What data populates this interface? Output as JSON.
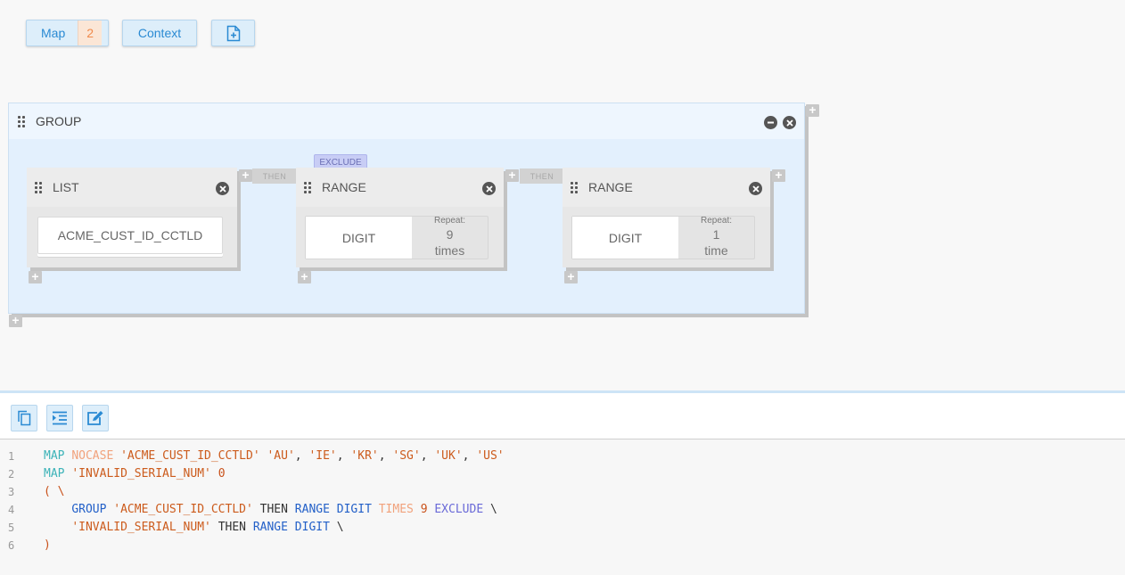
{
  "toolbar": {
    "map_label": "Map",
    "map_count": "2",
    "context_label": "Context",
    "new_doc_icon": "file-plus-icon"
  },
  "group": {
    "title": "GROUP",
    "minimize_icon": "minus-circle-icon",
    "close_icon": "close-circle-icon",
    "plus": "+"
  },
  "blocks": {
    "list": {
      "title": "LIST",
      "value": "ACME_CUST_ID_CCTLD"
    },
    "range1": {
      "title": "RANGE",
      "value": "DIGIT",
      "repeat_label": "Repeat:",
      "repeat_value": "9",
      "repeat_unit": "times",
      "tag": "EXCLUDE"
    },
    "range2": {
      "title": "RANGE",
      "value": "DIGIT",
      "repeat_label": "Repeat:",
      "repeat_value": "1",
      "repeat_unit": "time"
    },
    "connector": "THEN",
    "plus": "+"
  },
  "editor": {
    "buttons": [
      "copy-icon",
      "indent-icon",
      "edit-icon"
    ],
    "lines": [
      {
        "n": "1"
      },
      {
        "n": "2"
      },
      {
        "n": "3"
      },
      {
        "n": "4"
      },
      {
        "n": "5"
      },
      {
        "n": "6"
      }
    ],
    "tokens": {
      "l1": [
        "MAP",
        " ",
        "NOCASE",
        " ",
        "'ACME_CUST_ID_CCTLD'",
        " ",
        "'AU'",
        ", ",
        "'IE'",
        ", ",
        "'KR'",
        ", ",
        "'SG'",
        ", ",
        "'UK'",
        ", ",
        "'US'"
      ],
      "l2": [
        "MAP",
        " ",
        "'INVALID_SERIAL_NUM'",
        " ",
        "0"
      ],
      "l3": [
        "( \\"
      ],
      "l4": [
        "    ",
        "GROUP",
        " ",
        "'ACME_CUST_ID_CCTLD'",
        " ",
        "THEN",
        " ",
        "RANGE",
        " ",
        "DIGIT",
        " ",
        "TIMES",
        " ",
        "9",
        " ",
        "EXCLUDE",
        " \\"
      ],
      "l5": [
        "    ",
        "'INVALID_SERIAL_NUM'",
        " ",
        "THEN",
        " ",
        "RANGE",
        " ",
        "DIGIT",
        " \\"
      ],
      "l6": [
        ")"
      ]
    }
  },
  "colors": {
    "accent_blue": "#2a8ad3",
    "count_orange": "#f08a4b",
    "group_bg": "#e3f0fd",
    "keyword_teal": "#3cb3b8",
    "string_orange": "#cc5b1c",
    "keyword_blue": "#2360c8",
    "exclude_purple": "#6a6ad8"
  }
}
